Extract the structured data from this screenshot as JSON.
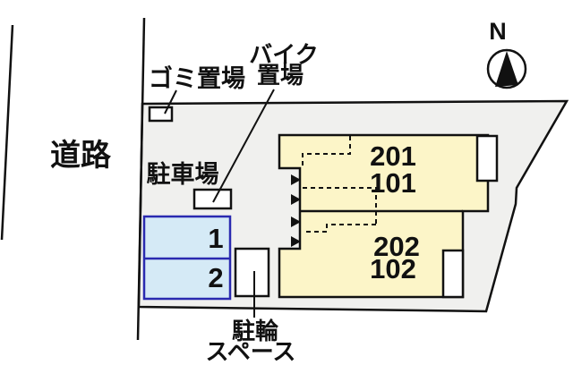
{
  "diagram_type": "property-site-plan",
  "labels": {
    "road": "道路",
    "garbage_area": "ゴミ置場",
    "bike_area_line1": "バイク",
    "bike_area_line2": "置場",
    "car_parking": "駐車場",
    "bicycle_space_line1": "駐輪",
    "bicycle_space_line2": "スペース",
    "compass_north": "N"
  },
  "units": {
    "upper_front": "201",
    "upper_back": "101",
    "lower_front": "202",
    "lower_back": "102"
  },
  "parking_spots": [
    {
      "number": "1"
    },
    {
      "number": "2"
    }
  ],
  "colors": {
    "background": "#ffffff",
    "site_fill": "#f0f0ee",
    "building_fill": "#fcf5c8",
    "parking_fill": "#d5eaf6",
    "parking_border": "#2a2ab0",
    "line": "#111111"
  }
}
